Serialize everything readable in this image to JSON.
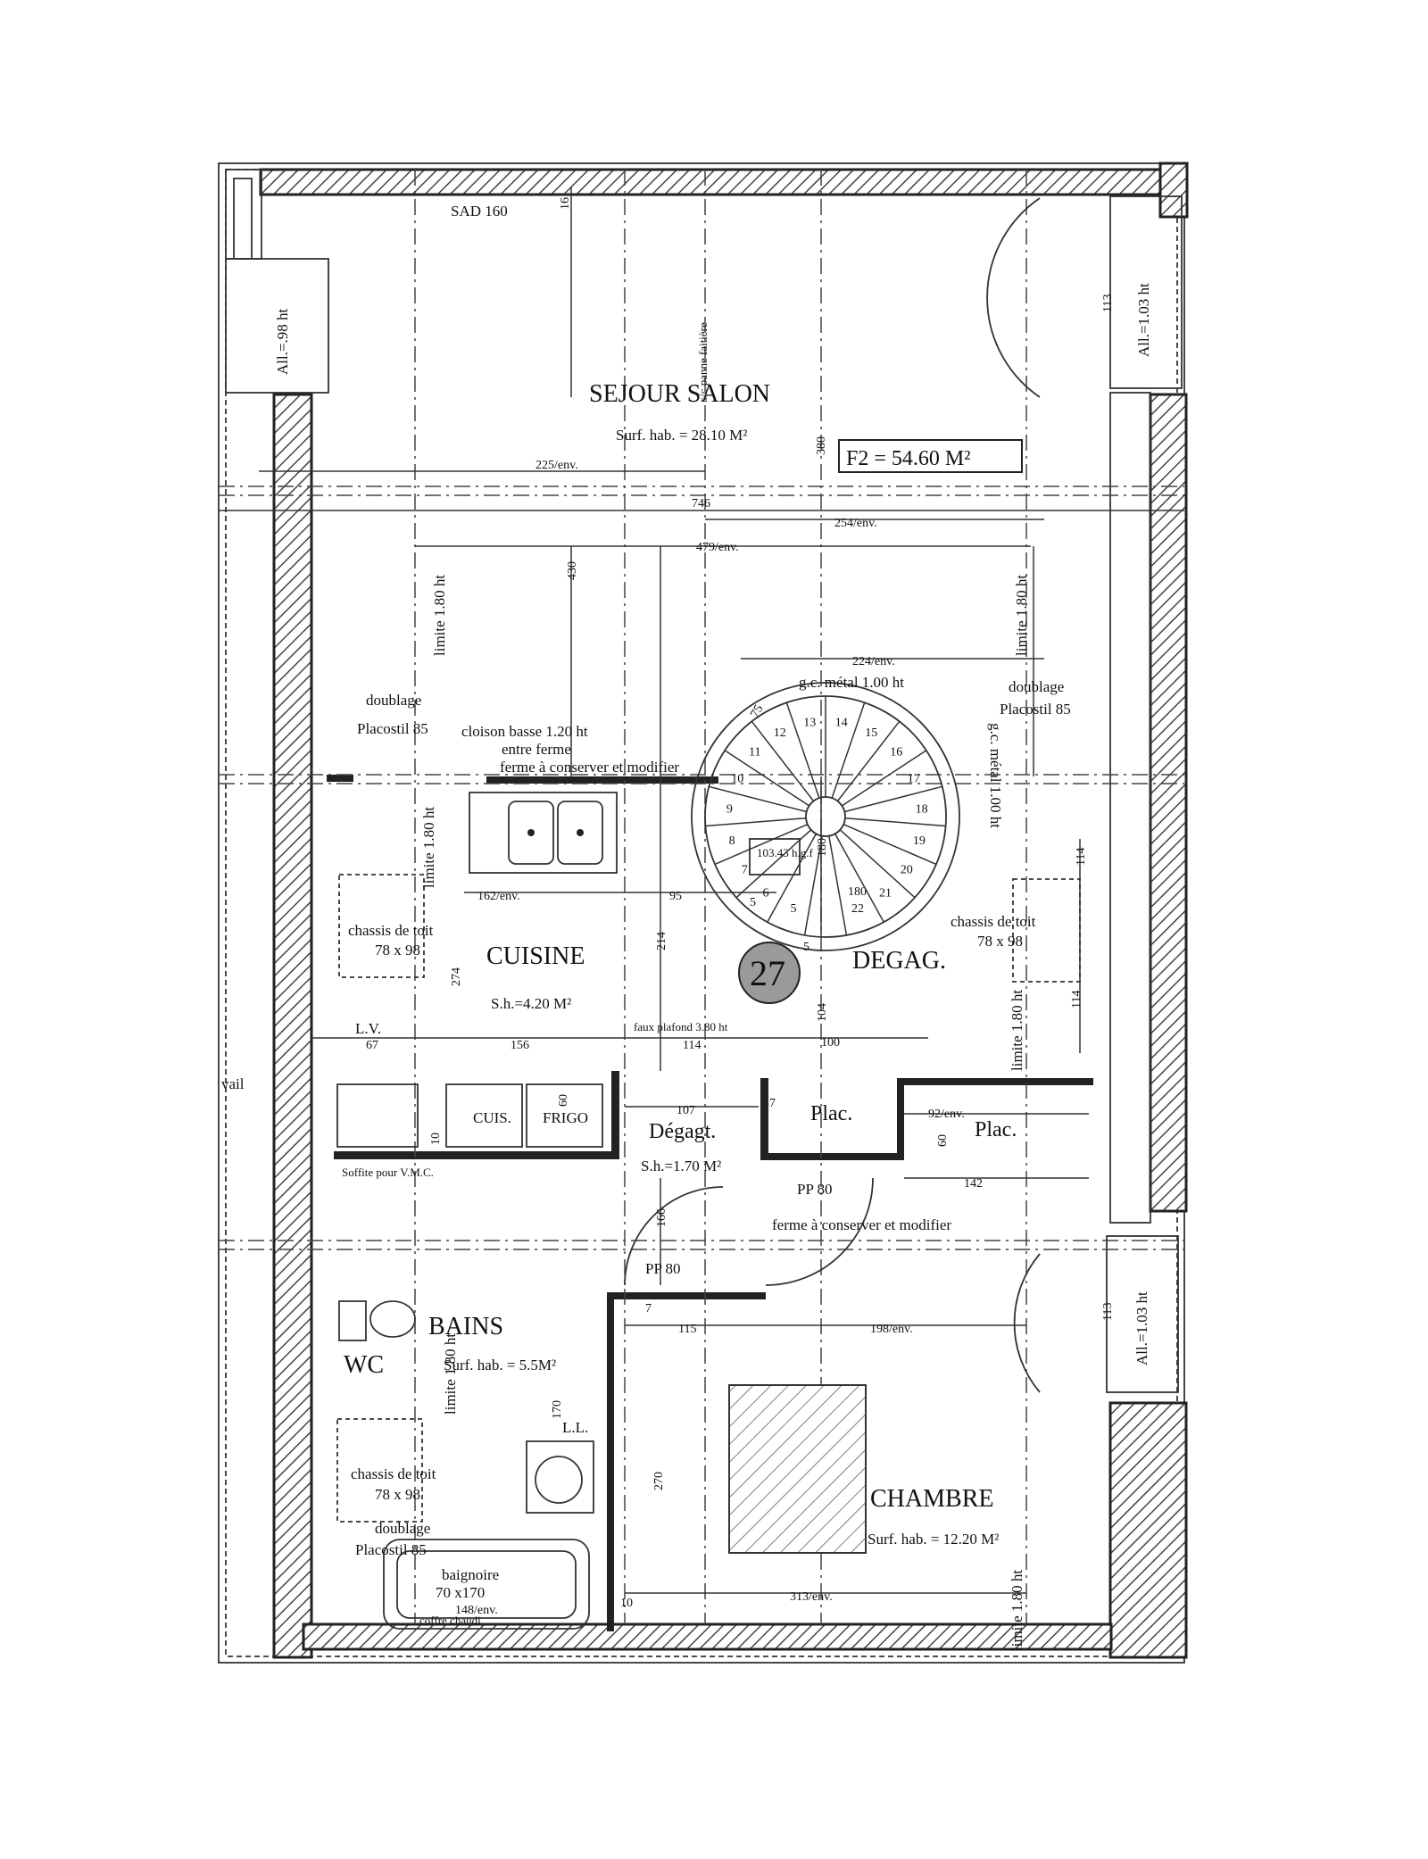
{
  "plan": {
    "total_area": "F2 = 54.60  M²",
    "rooms": {
      "sejour": {
        "name": "SEJOUR SALON",
        "area": "Surf. hab. = 28.10 M²"
      },
      "cuisine": {
        "name": "CUISINE",
        "area": "S.h.=4.20 M²"
      },
      "degag": {
        "name": "DEGAG."
      },
      "degagt": {
        "name": "Dégagt.",
        "area": "S.h.=1.70 M²"
      },
      "bains": {
        "name": "BAINS",
        "area": "Surf. hab. = 5.5M²"
      },
      "wc": {
        "name": "WC"
      },
      "chambre": {
        "name": "CHAMBRE",
        "area": "Surf. hab. = 12.20 M²"
      },
      "plac1": {
        "name": "Plac."
      },
      "plac2": {
        "name": "Plac."
      }
    },
    "labels": {
      "sad": "SAD 160",
      "panne": "s/c panne faitière",
      "limite_left": "limite 1.80 ht",
      "limite_right": "limite 1.80 ht",
      "limite_cuisine": "limite 1.80 ht",
      "limite_degag": "limite 1.80 ht",
      "limite_bains": "limite 1.80 ht",
      "limite_chambre": "limite 1.80 ht",
      "doublage_left_1": "doublage",
      "doublage_left_2": "Placostil 85",
      "doublage_right_1": "doublage",
      "doublage_right_2": "Placostil 85",
      "doublage_bains_1": "doublage",
      "doublage_bains_2": "Placostil 85",
      "cloison_1": "cloison  basse 1.20 ht",
      "cloison_2": "entre ferme",
      "cloison_3": "ferme à conserver et modifier",
      "gc_metal": "g.c. métal 1.00 ht",
      "gc_metal_v": "g.c. métal 1.00 ht",
      "chassis_1a": "chassis de toit",
      "chassis_1b": "78 x 98",
      "chassis_2a": "chassis de toit",
      "chassis_2b": "78 x 98",
      "chassis_3a": "chassis de toit",
      "chassis_3b": "78 x 98",
      "lv": "L.V.",
      "cuis": "CUIS.",
      "frigo": "FRIGO",
      "faux_plafond": "faux plafond 3.80 ht",
      "pp80_1": "PP 80",
      "pp80_2": "PP 80",
      "ferme_2": "ferme à conserver et modifier",
      "ll": "L.L.",
      "baignoire_1": "baignoire",
      "baignoire_2": "70 x170",
      "coffre": "coffre chaudi",
      "all_left": "All.=.98 ht",
      "all_right_1": "All.=1.03 ht",
      "all_right_2": "All.=1.03 ht",
      "vail": "vail",
      "soffite": "Soffite pour V.M.C.",
      "stair_label": "103.43 h.g.f",
      "lot_number": "27"
    },
    "dimensions": {
      "d225": "225/env.",
      "d746": "746",
      "d254": "254/env.",
      "d479": "479/env.",
      "d224": "224/env.",
      "d430": "430",
      "d380": "380",
      "d162": "162/env.",
      "d95": "95",
      "d180a": "180",
      "d180b": "180",
      "d214": "214",
      "d274": "274",
      "d156": "156",
      "d114a": "114",
      "d100": "100",
      "d104": "104",
      "d107": "107",
      "d92": "92/env.",
      "d142": "142",
      "d114b": "114",
      "d114c": "114",
      "d166": "166",
      "d115": "115",
      "d198": "198/env.",
      "d170": "170",
      "d270": "270",
      "d148": "148/env.",
      "d313": "313/env.",
      "d67": "67",
      "d113a": "113",
      "d113b": "113",
      "d75": "75",
      "d10a": "10",
      "d10b": "10",
      "d60a": "60",
      "d60b": "60",
      "d16": "16",
      "d5a": "5",
      "d5b": "5",
      "d7a": "7",
      "d7b": "7"
    },
    "stairs": [
      "5",
      "6",
      "7",
      "8",
      "9",
      "10",
      "11",
      "12",
      "13",
      "14",
      "15",
      "16",
      "17",
      "18",
      "19",
      "20",
      "21",
      "22"
    ]
  }
}
